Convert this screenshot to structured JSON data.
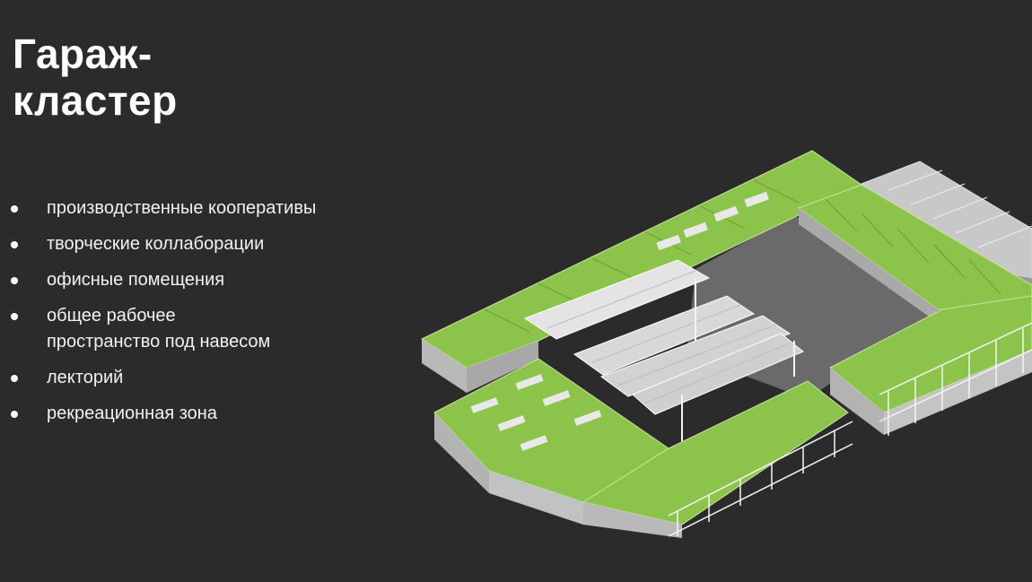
{
  "slide": {
    "title_line1": "Гараж-",
    "title_line2": "кластер",
    "features": [
      {
        "text": "производственные кооперативы"
      },
      {
        "text": "творческие коллаборации"
      },
      {
        "text": "офисные помещения"
      },
      {
        "text": "общее рабочее\nпространство под навесом"
      },
      {
        "text": "лекторий"
      },
      {
        "text": "рекреационная зона"
      }
    ]
  },
  "illustration": {
    "icon": "isometric-garage-cluster-illustration"
  },
  "colors": {
    "background": "#2b2b2b",
    "roof_green": "#8cc34b",
    "wall_gray": "#b9b9b9",
    "courtyard": "#6a6a6a",
    "text": "#ffffff"
  }
}
